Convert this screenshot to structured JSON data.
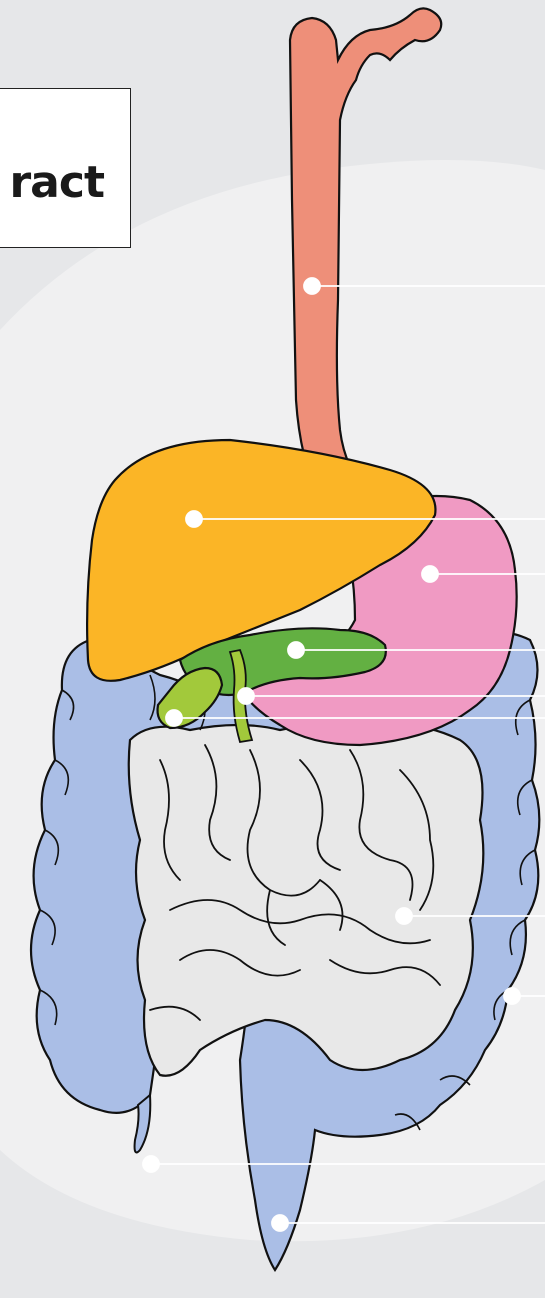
{
  "title": {
    "text": "ract"
  },
  "colors": {
    "background": "#e6e7e9",
    "body_halo": "#f0f0f1",
    "esophagus": "#ee8f79",
    "liver": "#fbb526",
    "stomach": "#f09ac3",
    "pancreas": "#63b042",
    "gallbladder": "#a2c93b",
    "large_intestine": "#aabee6",
    "small_intestine": "#e8e8e8",
    "outline": "#111111",
    "marker": "#ffffff"
  },
  "organs": [
    {
      "id": "esophagus",
      "label": ""
    },
    {
      "id": "liver",
      "label": ""
    },
    {
      "id": "stomach",
      "label": ""
    },
    {
      "id": "pancreas",
      "label": ""
    },
    {
      "id": "bile-duct",
      "label": ""
    },
    {
      "id": "gallbladder",
      "label": ""
    },
    {
      "id": "small-intestine",
      "label": ""
    },
    {
      "id": "large-intestine",
      "label": ""
    },
    {
      "id": "appendix",
      "label": ""
    },
    {
      "id": "rectum",
      "label": ""
    }
  ]
}
